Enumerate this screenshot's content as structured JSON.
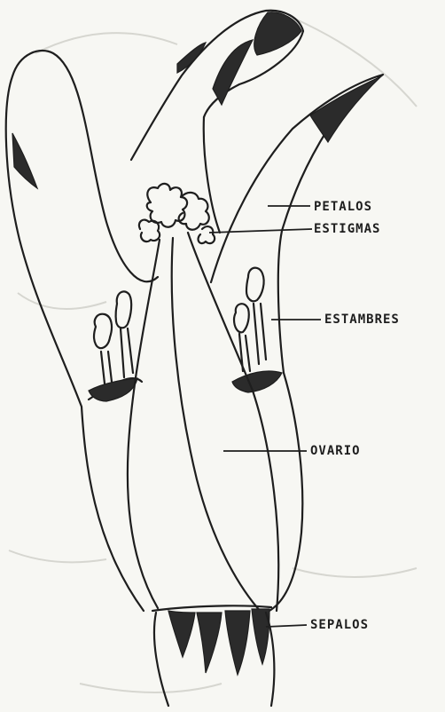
{
  "labels": {
    "petalos": "PETALOS",
    "estigmas": "ESTIGMAS",
    "estambres": "ESTAMBRES",
    "ovario": "OVARIO",
    "sepalos": "SEPALOS"
  }
}
